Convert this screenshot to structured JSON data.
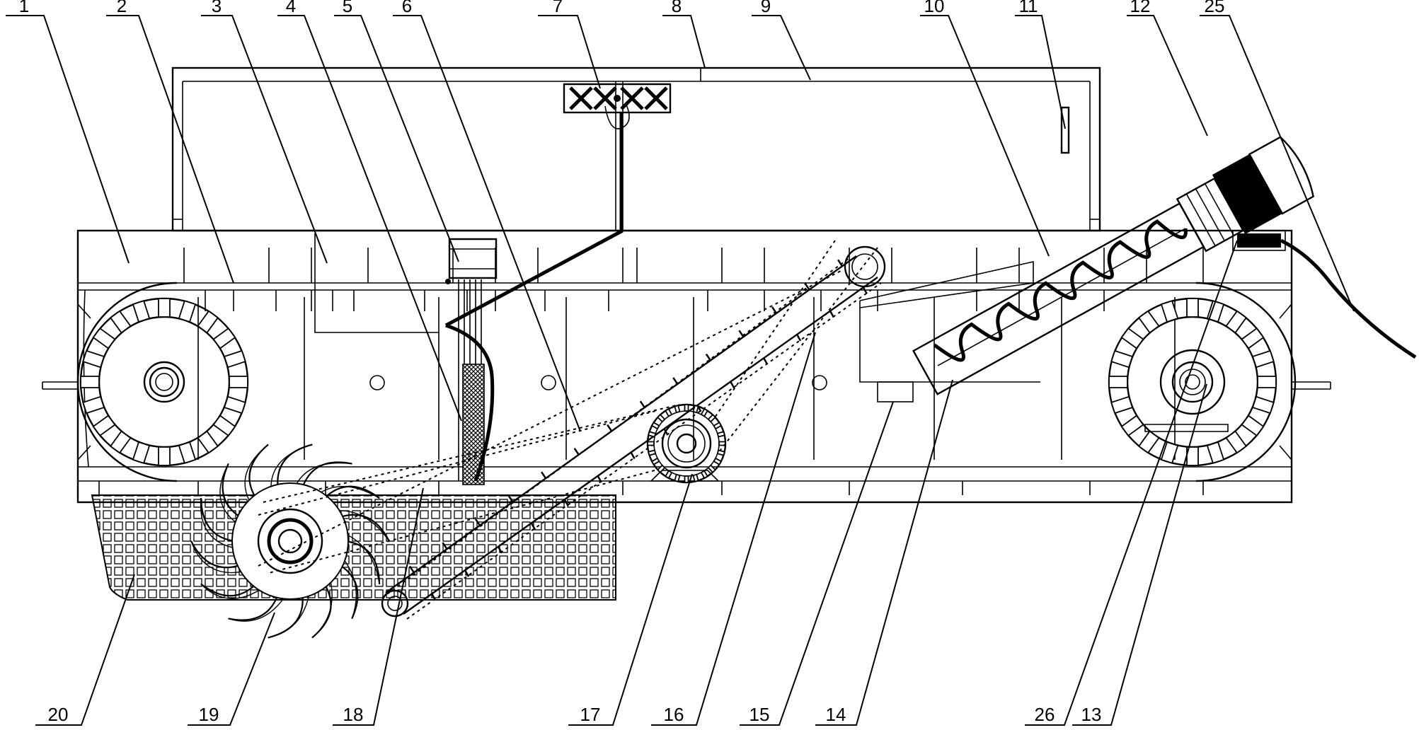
{
  "labels": {
    "top": [
      "1",
      "2",
      "3",
      "4",
      "5",
      "6",
      "7",
      "8",
      "9",
      "10",
      "11",
      "12",
      "25"
    ],
    "bottom": [
      "20",
      "19",
      "18",
      "17",
      "16",
      "15",
      "14",
      "26",
      "13"
    ]
  }
}
